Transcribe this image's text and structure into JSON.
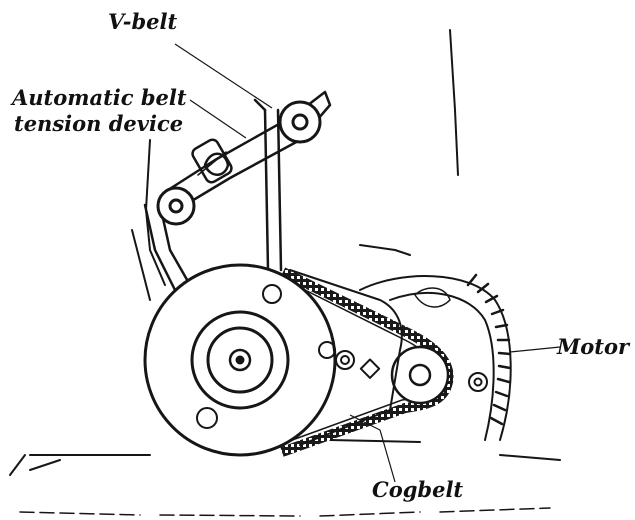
{
  "labels": {
    "v_belt": "V-belt",
    "tension_line1": "Automatic belt",
    "tension_line2": "tension device",
    "motor": "Motor",
    "cogbelt": "Cogbelt"
  }
}
